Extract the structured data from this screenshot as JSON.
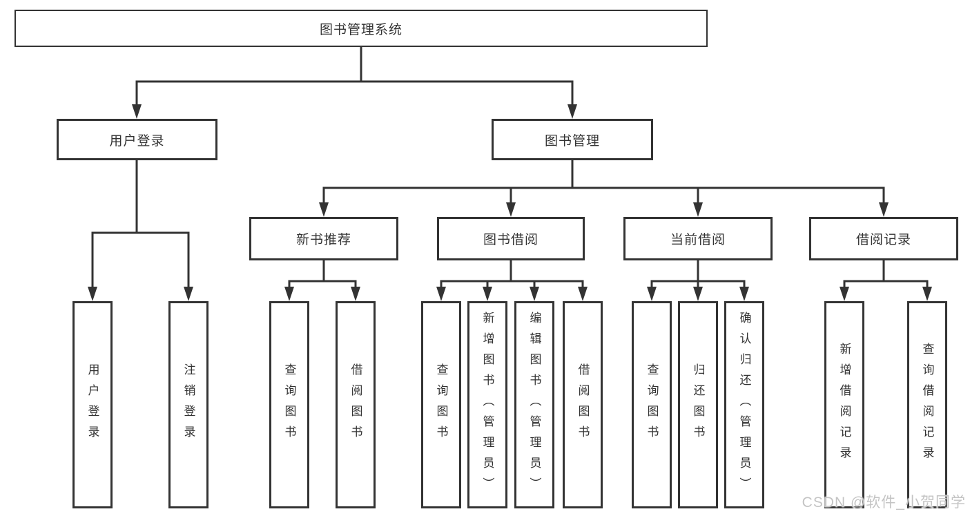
{
  "root_label": "图书管理系统",
  "branches": {
    "user_login": {
      "label": "用户登录",
      "children": [
        "用户登录",
        "注销登录"
      ]
    },
    "book_mgmt": {
      "label": "图书管理"
    }
  },
  "modules": [
    {
      "label": "新书推荐",
      "children": [
        "查询图书",
        "借阅图书"
      ]
    },
    {
      "label": "图书借阅",
      "children": [
        "查询图书",
        "新增图书（管理员）",
        "编辑图书（管理员）",
        "借阅图书"
      ]
    },
    {
      "label": "当前借阅",
      "children": [
        "查询图书",
        "归还图书",
        "确认归还（管理员）"
      ]
    },
    {
      "label": "借阅记录",
      "children": [
        "新增借阅记录",
        "查询借阅记录"
      ]
    }
  ],
  "watermark": "CSDN @软件_小贺同学",
  "colors": {
    "line": "#333333",
    "text": "#333333",
    "background": "#ffffff",
    "watermark": "#c4c4c4"
  }
}
